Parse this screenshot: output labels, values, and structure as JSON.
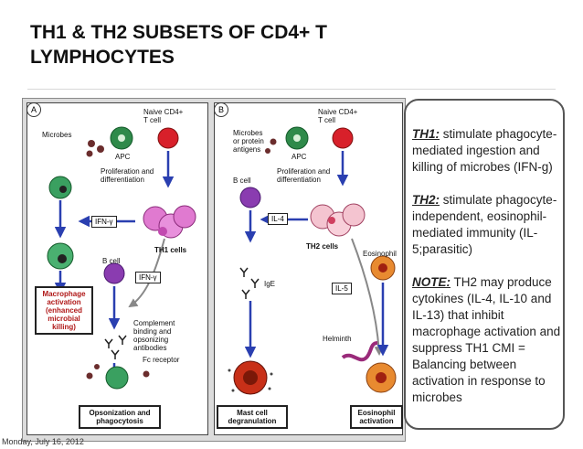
{
  "slide": {
    "title_line1": "TH1 & TH2 SUBSETS OF CD4+ T",
    "title_line2": "LYMPHOCYTES",
    "date": "Monday, July 16, 2012"
  },
  "figure": {
    "panel_a": {
      "letter": "A",
      "microbes": "Microbes",
      "naive_line1": "Naive CD4+",
      "naive_line2": "T cell",
      "apc": "APC",
      "prolif_line1": "Proliferation and",
      "prolif_line2": "differentiation",
      "ifn_label": "IFN-γ",
      "b_cell": "B cell",
      "th1_cells": "TH1 cells",
      "ifn_label_2": "IFN-γ",
      "macrophage_line1": "Macrophage",
      "macrophage_line2": "activation",
      "macrophage_line3": "(enhanced",
      "macrophage_line4": "microbial",
      "macrophage_line5": "killing)",
      "complement_line1": "Complement",
      "complement_line2": "binding and",
      "complement_line3": "opsonizing",
      "complement_line4": "antibodies",
      "fc_receptor": "Fc receptor",
      "opson_line1": "Opsonization and",
      "opson_line2": "phagocytosis"
    },
    "panel_b": {
      "letter": "B",
      "microbes_line1": "Microbes",
      "microbes_line2": "or protein",
      "microbes_line3": "antigens",
      "naive_line1": "Naive CD4+",
      "naive_line2": "T cell",
      "apc": "APC",
      "b_cell": "B cell",
      "prolif_line1": "Proliferation and",
      "prolif_line2": "differentiation",
      "il4_label": "IL-4",
      "th2_cells": "TH2 cells",
      "eosinophil": "Eosinophil",
      "ige": "IgE",
      "il5_label": "IL-5",
      "helminth": "Helminth",
      "mast_line1": "Mast cell",
      "mast_line2": "degranulation",
      "eos_line1": "Eosinophil",
      "eos_line2": "activation"
    }
  },
  "sidebar": {
    "th1_heading": "TH1:",
    "th1_text": " stimulate phagocyte-mediated ingestion and killing of microbes (IFN-g)",
    "th2_heading": "TH2:",
    "th2_text": " stimulate phagocyte-independent, eosinophil-mediated immunity (IL-5;parasitic)",
    "note_heading": "NOTE:",
    "note_text": " TH2 may produce cytokines (IL-4, IL-10 and IL-13) that inhibit macrophage activation and suppress TH1 CMI = Balancing between activation in response to microbes"
  }
}
